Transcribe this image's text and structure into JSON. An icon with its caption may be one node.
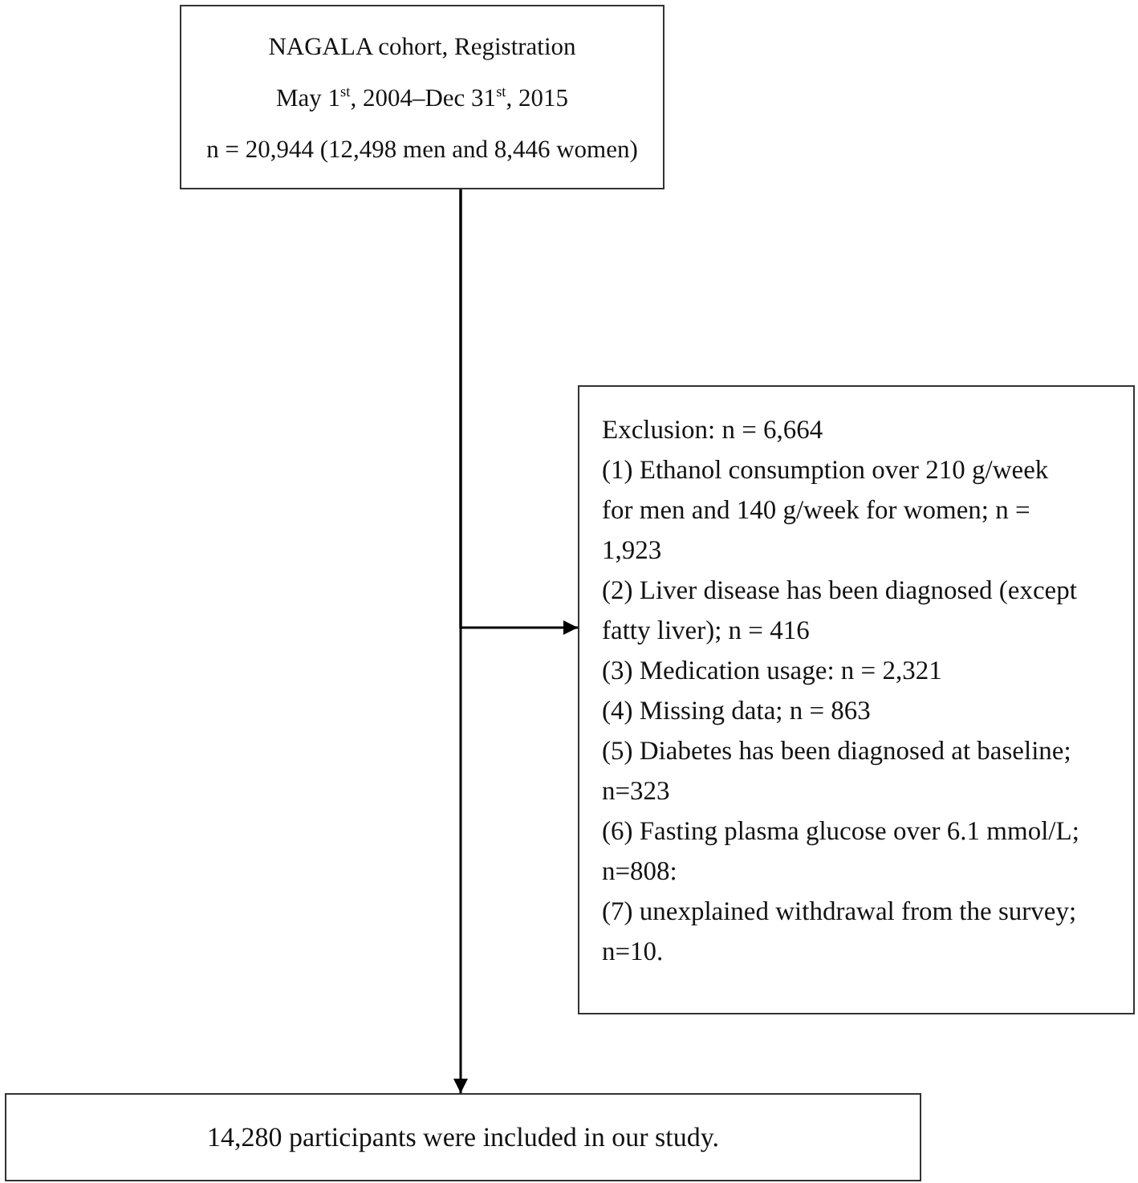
{
  "diagram": {
    "nodes": [
      {
        "text": [
          "NAGALA cohort, Registration",
          "May 1$^{st}$, 2004–Dec 31$^{st}$, 2015",
          "n = 20,944 (12,498 men and 8,446 women)"
        ]
      },
      {
        "text": [
          "Exclusion: n = 6,664",
          "(1) Ethanol consumption over 210 g/week for men and 140 g/week for women; n = 1,923",
          "(2) Liver disease has been diagnosed (except fatty liver); n = 416",
          "(3) Medication usage: n = 2,321",
          "(4) Missing data; n = 863",
          "(5) Diabetes has been diagnosed at baseline; n=323",
          "(6) Fasting plasma glucose over 6.1 mmol/L; n=808:",
          "(7) unexplained withdrawal from the survey; n=10."
        ]
      },
      {
        "text": [
          "14,280 participants were included in our study."
        ]
      }
    ],
    "edges": [
      {
        "from": 0,
        "to": 2,
        "arrow": "to"
      },
      {
        "from": 0,
        "to": 1,
        "arrow": "to"
      }
    ]
  }
}
